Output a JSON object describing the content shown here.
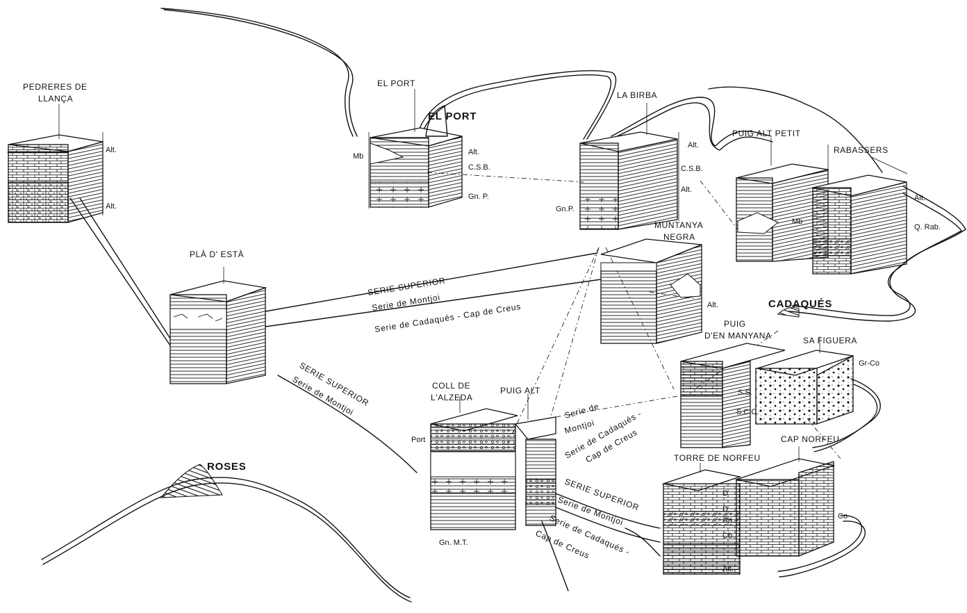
{
  "places": {
    "el_port": "EL PORT",
    "cadaques": "CADAQUÉS",
    "roses": "ROSES"
  },
  "columns": {
    "pedreres_1": "PEDRERES DE",
    "pedreres_2": "LLANÇA",
    "el_port": "EL PORT",
    "la_birba": "LA BIRBA",
    "puig_alt_petit": "PUIG ALT PETIT",
    "rabassers": "RABASSERS",
    "muntanya_1": "MUNTANYA",
    "muntanya_2": "NEGRA",
    "pla_desta": "PLÀ D' ESTÀ",
    "puig_manyana_1": "PUIG",
    "puig_manyana_2": "D'EN MANYANA",
    "sa_figuera": "SA FIGUERA",
    "coll_1": "COLL DE",
    "coll_2": "L'ALZEDA",
    "puig_alt": "PUIG ALT",
    "cap_norfeu": "CAP NORFEU",
    "torre_norfeu": "TORRE DE NORFEU"
  },
  "abbrev": {
    "alt": "Alt.",
    "mb": "Mb",
    "csb": "C.S.B.",
    "gnp_a": "Gn. P.",
    "gnp_b": "Gn.P.",
    "q_rab": "Q. Rab.",
    "gr_co": "Gr-Co",
    "ss": "S.S.",
    "scc": "S.C.C.",
    "port": "Port",
    "gn_mt": "Gn. M.T.",
    "d": "D",
    "co": "Co",
    "co_dot": "Co.",
    "cb": "Cb."
  },
  "units": {
    "superior": "SERIE SUPERIOR",
    "montjoi": "Serie de Montjoi",
    "cadaques_creus": "Serie de Cadaqués - Cap de Creus",
    "montjoi_1": "Serie de",
    "montjoi_2": "Montjoi",
    "cadaques_1": "Serie de Cadaqués -",
    "cadaques_2": "Cap de Creus",
    "montjoi_spaced": "Serie de Montjoi",
    "cadaques_spaced": "Serie de Cadaqués -",
    "cap_creus_spaced": "Cap de Creus"
  }
}
